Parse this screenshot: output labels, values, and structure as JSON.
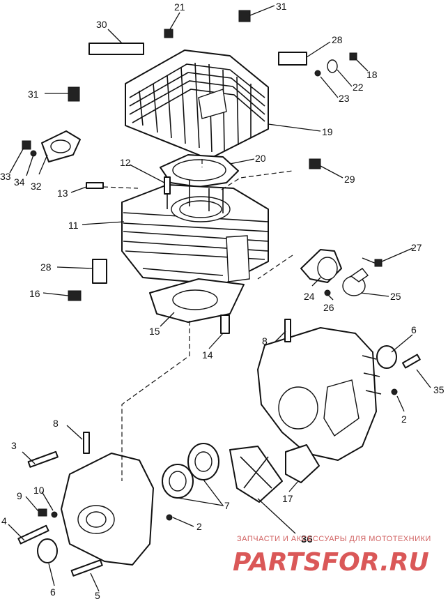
{
  "callouts": [
    {
      "id": "c2a",
      "text": "2"
    },
    {
      "id": "c2b",
      "text": "2"
    },
    {
      "id": "c3",
      "text": "3"
    },
    {
      "id": "c4",
      "text": "4"
    },
    {
      "id": "c5",
      "text": "5"
    },
    {
      "id": "c6a",
      "text": "6"
    },
    {
      "id": "c6b",
      "text": "6"
    },
    {
      "id": "c7",
      "text": "7"
    },
    {
      "id": "c8a",
      "text": "8"
    },
    {
      "id": "c8b",
      "text": "8"
    },
    {
      "id": "c9",
      "text": "9"
    },
    {
      "id": "c10",
      "text": "10"
    },
    {
      "id": "c11",
      "text": "11"
    },
    {
      "id": "c12",
      "text": "12"
    },
    {
      "id": "c13",
      "text": "13"
    },
    {
      "id": "c14",
      "text": "14"
    },
    {
      "id": "c15",
      "text": "15"
    },
    {
      "id": "c16",
      "text": "16"
    },
    {
      "id": "c17",
      "text": "17"
    },
    {
      "id": "c18",
      "text": "18"
    },
    {
      "id": "c19",
      "text": "19"
    },
    {
      "id": "c20",
      "text": "20"
    },
    {
      "id": "c21",
      "text": "21"
    },
    {
      "id": "c22",
      "text": "22"
    },
    {
      "id": "c23",
      "text": "23"
    },
    {
      "id": "c24",
      "text": "24"
    },
    {
      "id": "c25",
      "text": "25"
    },
    {
      "id": "c26",
      "text": "26"
    },
    {
      "id": "c27",
      "text": "27"
    },
    {
      "id": "c28a",
      "text": "28"
    },
    {
      "id": "c28b",
      "text": "28"
    },
    {
      "id": "c29",
      "text": "29"
    },
    {
      "id": "c30",
      "text": "30"
    },
    {
      "id": "c31a",
      "text": "31"
    },
    {
      "id": "c31b",
      "text": "31"
    },
    {
      "id": "c32",
      "text": "32"
    },
    {
      "id": "c33",
      "text": "33"
    },
    {
      "id": "c34",
      "text": "34"
    },
    {
      "id": "c35",
      "text": "35"
    },
    {
      "id": "c36",
      "text": "36"
    }
  ],
  "watermark": {
    "tagline": "ЗАПЧАСТИ И АКСЕССУАРЫ ДЛЯ МОТОТЕХНИКИ",
    "logo": "PARTSFOR.RU"
  },
  "colors": {
    "line": "#111111",
    "watermark": "#d43c3c",
    "background": "#ffffff"
  }
}
